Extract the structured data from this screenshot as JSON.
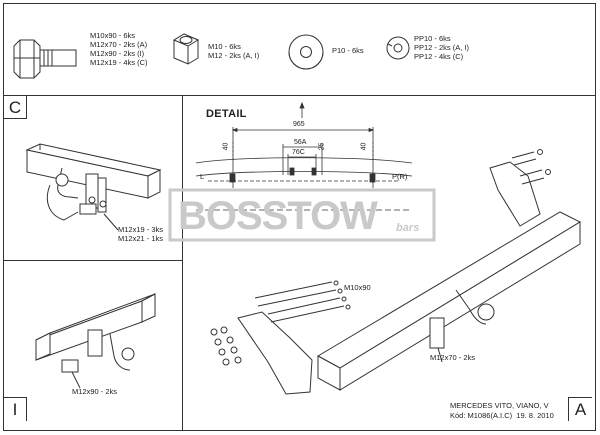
{
  "parts": {
    "bolt": [
      "M10x90 - 6ks",
      "M12x70 - 2ks (A)",
      "M12x90 - 2ks (I)",
      "M12x19 - 4ks (C)"
    ],
    "nut": [
      "M10 - 6ks",
      "M12 - 2ks (A, I)"
    ],
    "washer": "P10 - 6ks",
    "washers_pp": [
      "PP10 - 6ks",
      "PP12 - 2ks (A, I)",
      "PP12 - 4ks (C)"
    ]
  },
  "panels": {
    "c_label": "C",
    "i_label": "I",
    "a_label": "A",
    "c_note": [
      "M12x19 - 3ks",
      "M12x21 - 1ks"
    ],
    "i_note": "M12x90 - 2ks",
    "a_bolt_note": "M10x90",
    "a_ball_note": "M12x70 - 2ks"
  },
  "detail": {
    "title": "DETAIL",
    "width": "965",
    "d56a": "56A",
    "d76c": "76C",
    "d40_left": "40",
    "d25": "25",
    "d40_right": "40",
    "side_left": "L",
    "side_right": "P(R)"
  },
  "watermark": {
    "brand": "BOSSTOW",
    "suffix": "bars"
  },
  "footer": {
    "model": "MERCEDES VITO, VIANO, V",
    "code": "Kód: M1086(A.I.C)  19. 8. 2010"
  }
}
